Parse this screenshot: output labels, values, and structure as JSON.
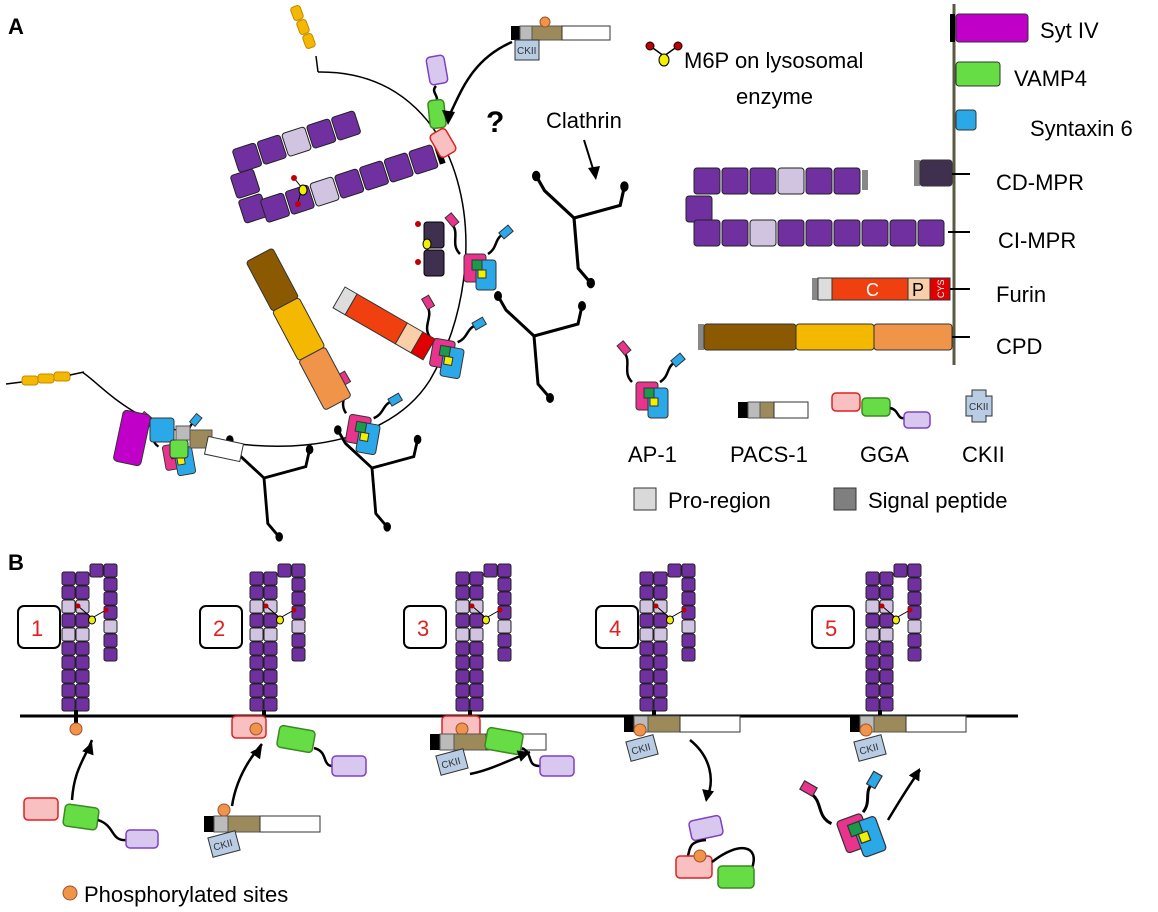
{
  "panels": {
    "a": "A",
    "b": "B"
  },
  "labels": {
    "m6p": "M6P on lysosomal",
    "m6p_2": "enzyme",
    "question": "?",
    "clathrin": "Clathrin",
    "phospho": "Phosphorylated sites",
    "ckii_box": "CKII",
    "furin_c": "C",
    "furin_p": "P",
    "furin_cys": "CYS"
  },
  "membrane_legend": [
    "Syt IV",
    "VAMP4",
    "Syntaxin 6",
    "CD-MPR",
    "CI-MPR",
    "Furin",
    "CPD"
  ],
  "adaptor_legend": [
    "AP-1",
    "PACS-1",
    "GGA",
    "CKII"
  ],
  "region_legend": [
    "Pro-region",
    "Signal peptide"
  ],
  "steps": [
    "1",
    "2",
    "3",
    "4",
    "5"
  ],
  "colors": {
    "purple": "#7030a0",
    "lilac": "#d0c4e0",
    "magenta": "#c000c8",
    "green": "#66dd44",
    "blue": "#2aa8e8",
    "dark_purple": "#403050",
    "red_orange": "#f04010",
    "brown": "#8b5a00",
    "gold": "#f5b800",
    "orange": "#f0944a",
    "pink": "#e8348c",
    "ckii_blue": "#b8cce4",
    "phospho": "#f0944a",
    "m6p_yellow": "#f0f000",
    "m6p_red": "#c00000"
  }
}
